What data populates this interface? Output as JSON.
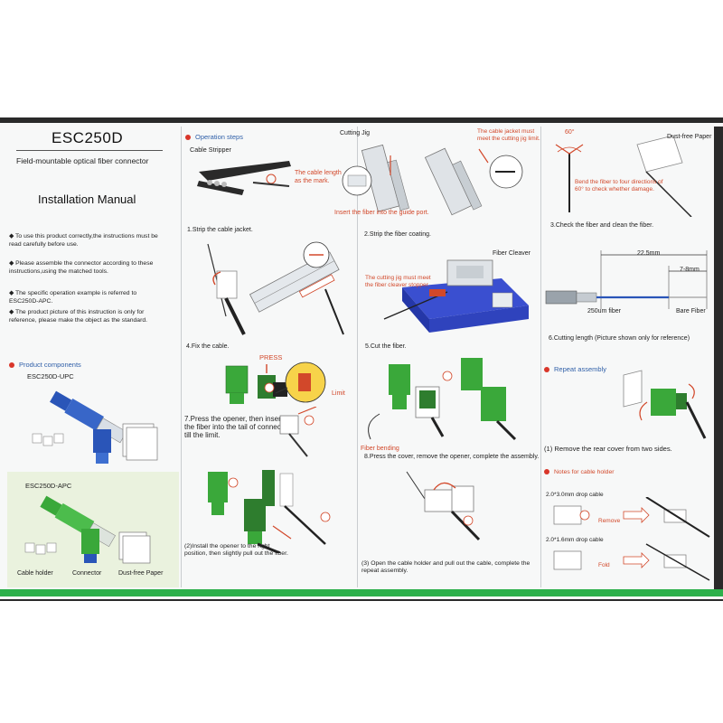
{
  "header": {
    "title": "ESC250D",
    "subtitle": "Field-mountable optical fiber connector",
    "manual_title": "Installation Manual"
  },
  "intro_bullets": [
    "To use this product correctly,the instructions must be read carefully before use.",
    "Please assemble the connector according to these instructions,using the matched tools.",
    "The specific operation example is referred to ESC250D-APC.",
    "The product picture of this instruction is only for reference, please make the object as the standard."
  ],
  "components": {
    "heading": "Product components",
    "upc_label": "ESC250D-UPC",
    "apc_label": "ESC250D-APC",
    "cable_holder": "Cable holder",
    "connector": "Connector",
    "dust_free": "Dust-free Paper"
  },
  "operation": {
    "heading": "Operation steps",
    "cable_stripper": "Cable Stripper",
    "cable_length_note": "The cable length as the mark.",
    "cutting_jig": "Cutting Jig",
    "jacket_note": "The cable jacket must meet the cutting jig limit.",
    "guide_port_note": "Insert the fiber into the guide port.",
    "angle": "60°",
    "dust_free_paper": "Dust-free Paper",
    "bend_note": "Bend the fiber to four directions of 60° to check whether damage."
  },
  "steps": {
    "s1": "1.Strip the cable jacket.",
    "s2": "2.Strip the fiber coating.",
    "s3": "3.Check the fiber and clean the fiber.",
    "fiber_cleaver": "Fiber Cleaver",
    "jig_stopper_note": "The cutting jig must meet the fiber cleaver stopper.",
    "len_total": "22.5mm",
    "len_bare": "7-8mm",
    "fiber_250": "250um fiber",
    "bare_fiber": "Bare Fiber",
    "s4": "4.Fix the cable.",
    "s5": "5.Cut the fiber.",
    "s6": "6.Cutting length (Picture shown only for reference)",
    "press": "PRESS",
    "limit": "Limit",
    "s7": "7.Press the opener, then insert the fiber into the tail of connector till the limit.",
    "fiber_bending": "Fiber bending",
    "s8": "8.Press the cover, remove the opener, complete the assembly.",
    "repeat_heading": "Repeat assembly",
    "r1": "(1) Remove the rear cover from two sides.",
    "notes_heading": "Notes for cable holder",
    "cable_a": "2.0*3.0mm drop cable",
    "remove": "Remove",
    "cable_b": "2.0*1.6mm drop cable",
    "fold": "Fold",
    "r2": "(2)Install the opener to the right position, then slightly pull out the fiber.",
    "r3": "(3) Open the cable holder and pull out the cable, complete the repeat assembly."
  },
  "colors": {
    "accent_green": "#2db04b",
    "connector_green": "#3aa83a",
    "connector_blue": "#2a55b8",
    "note_red": "#d2482a",
    "heading_blue": "#2f5fa8",
    "bullet_red": "#d9362a"
  }
}
